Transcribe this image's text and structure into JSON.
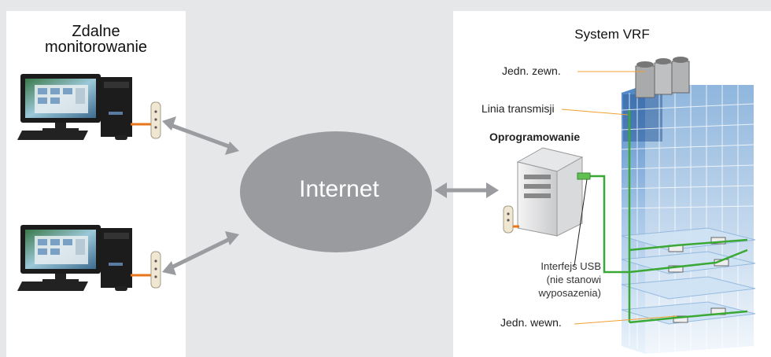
{
  "left_panel": {
    "title_line1": "Zdalne",
    "title_line2": "monitorowanie"
  },
  "right_panel": {
    "title": "System VRF",
    "labels": {
      "outdoor_unit": "Jedn. zewn.",
      "transmission_line": "Linia transmisji",
      "software": "Oprogramowanie",
      "usb_line1": "Interfejs USB",
      "usb_line2": "(nie stanowi",
      "usb_line3": "wyposazenia)",
      "indoor_unit": "Jedn. wewn."
    }
  },
  "center": {
    "internet": "Internet"
  },
  "colors": {
    "background": "#e6e7e9",
    "panel": "#ffffff",
    "cloud": "#999b9f",
    "arrow": "#9a9ca0",
    "leader": "#f0a030",
    "transmission": "#3aa835",
    "orange_cable": "#e8751a"
  }
}
